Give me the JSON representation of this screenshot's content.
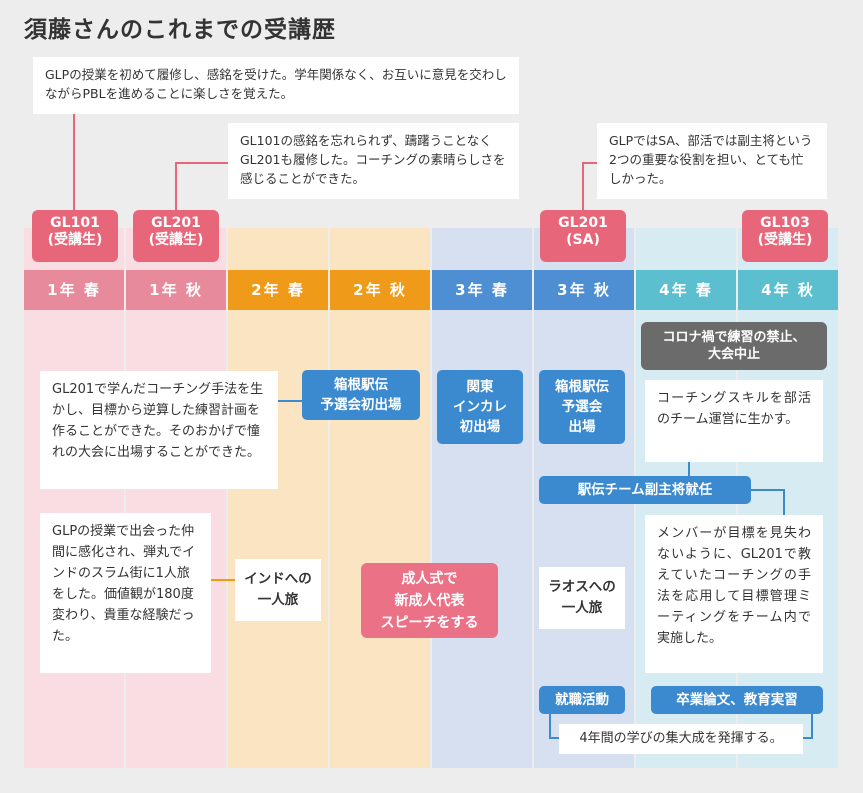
{
  "title": "須藤さんのこれまでの受講歴",
  "notes": {
    "top1": "GLPの授業を初めて履修し、感銘を受けた。学年関係なく、お互いに意見を交わしながらPBLを進めることに楽しさを覚えた。",
    "top2": "GL101の感銘を忘れられず、躊躇うことなくGL201も履修した。コーチングの素晴らしさを感じることができた。",
    "top3": "GLPではSA、部活では副主将という2つの重要な役割を担い、とても忙しかった。",
    "left1": "GL201で学んだコーチング手法を生かし、目標から逆算した練習計画を作ることができた。そのおかげで憧れの大会に出場することができた。",
    "left2": "GLPの授業で出会った仲間に感化され、弾丸でインドのスラム街に1人旅をした。価値観が180度変わり、貴重な経験だった。",
    "right1": "コーチングスキルを部活のチーム運営に生かす。",
    "right2": "メンバーが目標を見失わないように、GL201で教えていたコーチングの手法を応用して目標管理ミーティングをチーム内で実施した。",
    "bottom": "4年間の学びの集大成を発揮する。"
  },
  "badges": {
    "b1": "GL101\n(受講生)",
    "b2": "GL201\n(受講生)",
    "b3": "GL201\n(SA)",
    "b4": "GL103\n(受講生)"
  },
  "columns": [
    {
      "label": "1年 春",
      "bg": "#f9dde2",
      "hdr": "#e68a9c"
    },
    {
      "label": "1年 秋",
      "bg": "#f9dde2",
      "hdr": "#e68a9c"
    },
    {
      "label": "2年 春",
      "bg": "#fbe4c1",
      "hdr": "#f09a1a"
    },
    {
      "label": "2年 秋",
      "bg": "#fbe4c1",
      "hdr": "#f09a1a"
    },
    {
      "label": "3年 春",
      "bg": "#d6e0f1",
      "hdr": "#4d8fd2"
    },
    {
      "label": "3年 秋",
      "bg": "#d6e0f1",
      "hdr": "#4d8fd2"
    },
    {
      "label": "4年 春",
      "bg": "#d6ecf2",
      "hdr": "#5bbfd0"
    },
    {
      "label": "4年 秋",
      "bg": "#d6ecf2",
      "hdr": "#5bbfd0"
    }
  ],
  "events": {
    "hakone1": "箱根駅伝\n予選会初出場",
    "kanto": "関東\nインカレ\n初出場",
    "hakone2": "箱根駅伝\n予選会\n出場",
    "ekiden": "駅伝チーム副主将就任",
    "corona": "コロナ禍で練習の禁止、\n大会中止",
    "india": "インドへの\n一人旅",
    "seijin": "成人式で\n新成人代表\nスピーチをする",
    "laos": "ラオスへの\n一人旅",
    "shushoku": "就職活動",
    "sotsugyo": "卒業論文、教育実習"
  }
}
